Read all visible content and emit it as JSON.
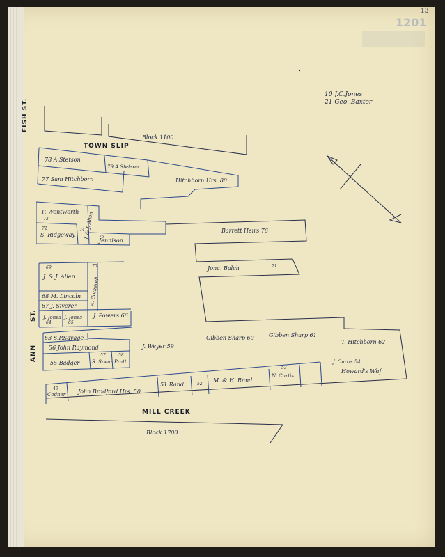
{
  "page_number": "13",
  "stamp_text": "1201",
  "legend": [
    "10 J.C.Jones",
    "21 Geo. Baxter"
  ],
  "streets": {
    "fish": "FISH ST.",
    "town_slip": "TOWN SLIP",
    "ann_st": "ST.",
    "ann": "ANN",
    "mill_creek": "MILL CREEK"
  },
  "blocks": {
    "top": "Block 1100",
    "bottom": "Block 1700"
  },
  "lots": {
    "a_stetson_78": "78  A.Stetson",
    "a_stetson_79": "79 A.Stetson",
    "sam_hitchborn": "77   Sam Hitchborn",
    "hitchborn_hrs": "Hitchborn Hrs.  80",
    "p_wentworth": "P. Wentworth",
    "p_wentworth_num": "73",
    "s_ridgeway_num": "72",
    "s_ridgeway": "S. Ridgeway",
    "lot_74": "74",
    "allen_vertical": "J. & J. Allen",
    "lot_75": "75",
    "jennison": "Jennison",
    "barrett_heirs": "Barrett Heirs   76",
    "jona_balch": "Jona. Balch",
    "lot_71": "71",
    "lot_69": "69",
    "jj_allen": "J. & J. Allen",
    "lot_70": "70",
    "cotherell": "A. Cotherell",
    "m_lincoln": "68 M. Lincoln",
    "j_siverer": "67 J. Siverer",
    "j_jones": "J. Jones",
    "lot_64": "64",
    "j_jones2": "J. Jones",
    "lot_65": "65",
    "j_powers": "J. Powers 66",
    "sp_savage": "63  S.P.Savage",
    "john_raymond": "56   John Raymond",
    "badger": "55 Badger",
    "s_spear": "S. Spear",
    "lot_57": "57",
    "lot_58": "58",
    "pratt": "Pratt",
    "j_weyer": "J. Weyer 59",
    "gibben_sharp_60": "Gibben Sharp 60",
    "gibben_sharp_61": "Gibben Sharp 61",
    "t_hitchborn": "T. Hitchborn  62",
    "j_curtis": "J. Curtis 54",
    "howards_whf": "Howard's Whf.",
    "lot_49": "49",
    "codner": "Codner",
    "john_bradford": "John Bradford Hrs. 50",
    "rand_51": "51 Rand",
    "lot_52": "52",
    "mh_rand": "M. & H. Rand",
    "lot_53": "53",
    "n_curtis": "N. Curtis"
  }
}
